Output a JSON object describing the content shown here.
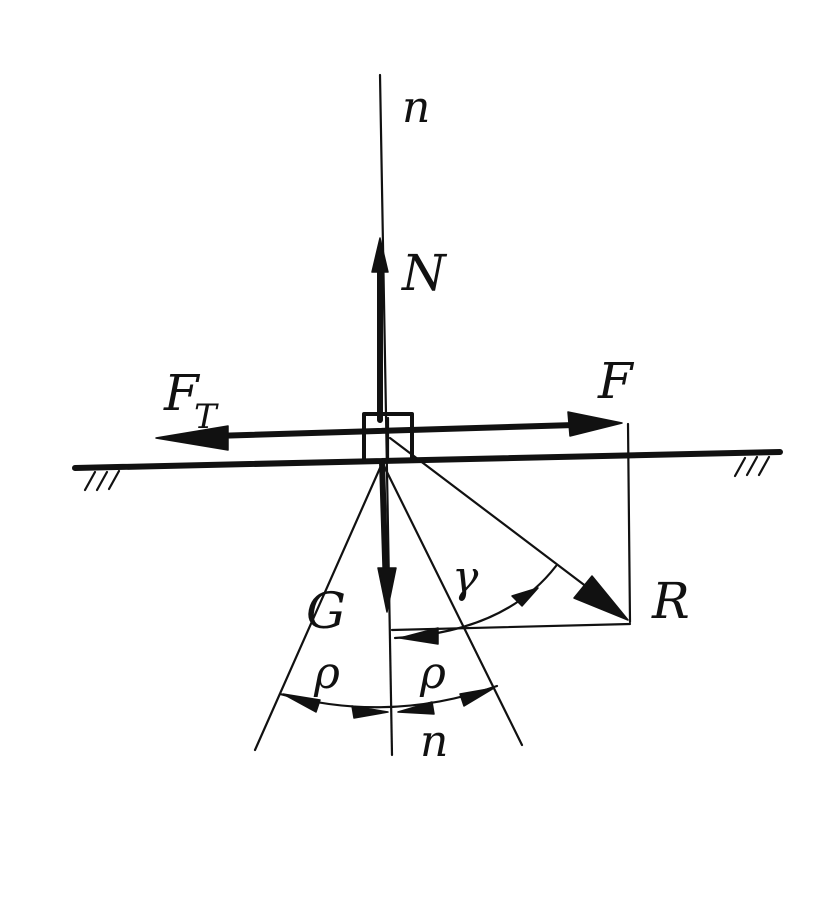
{
  "labels": {
    "normal_top": "n",
    "normal_bottom": "n",
    "normal_force": "N",
    "friction_force": "F",
    "friction_subscript": "T",
    "applied_force": "F",
    "weight": "G",
    "resultant": "R",
    "deviation_angle": "γ",
    "friction_angle_left": "ρ",
    "friction_angle_right": "ρ"
  },
  "colors": {
    "ink": "#111111",
    "paper": "#ffffff"
  }
}
